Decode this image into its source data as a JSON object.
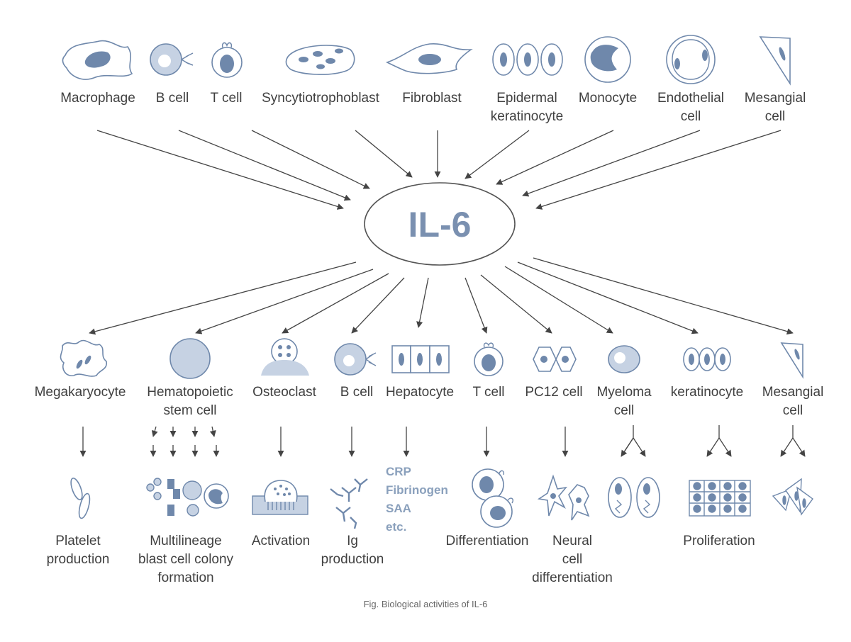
{
  "colors": {
    "cell_fill": "#6f88ab",
    "cell_light": "#c6d2e3",
    "outline": "#6f88ab",
    "arrow": "#444444",
    "accent_text": "#8aa0bc"
  },
  "hub": {
    "label": "IL-6"
  },
  "sources": [
    {
      "id": "macrophage",
      "lines": [
        "Macrophage"
      ],
      "icon": "macrophage-icon"
    },
    {
      "id": "b-cell",
      "lines": [
        "B cell"
      ],
      "icon": "b-cell-icon"
    },
    {
      "id": "t-cell",
      "lines": [
        "T cell"
      ],
      "icon": "t-cell-icon"
    },
    {
      "id": "syncytiotrophoblast",
      "lines": [
        "Syncytiotrophoblast"
      ],
      "icon": "syncytiotrophoblast-icon"
    },
    {
      "id": "fibroblast",
      "lines": [
        "Fibroblast"
      ],
      "icon": "fibroblast-icon"
    },
    {
      "id": "epidermal-keratinocyte",
      "lines": [
        "Epidermal",
        "keratinocyte"
      ],
      "icon": "keratinocyte-icon"
    },
    {
      "id": "monocyte",
      "lines": [
        "Monocyte"
      ],
      "icon": "monocyte-icon"
    },
    {
      "id": "endothelial-cell",
      "lines": [
        "Endothelial",
        "cell"
      ],
      "icon": "endothelial-icon"
    },
    {
      "id": "mesangial-cell",
      "lines": [
        "Mesangial",
        "cell"
      ],
      "icon": "mesangial-icon"
    }
  ],
  "targets": [
    {
      "id": "megakaryocyte",
      "lines": [
        "Megakaryocyte"
      ],
      "icon": "megakaryocyte-icon",
      "effect": [
        "Platelet",
        "production"
      ]
    },
    {
      "id": "hematopoietic-stem-cell",
      "lines": [
        "Hematopoietic",
        "stem cell"
      ],
      "icon": "stem-cell-icon",
      "effect": [
        "Multilineage",
        "blast cell colony",
        "formation"
      ]
    },
    {
      "id": "osteoclast",
      "lines": [
        "Osteoclast"
      ],
      "icon": "osteoclast-icon",
      "effect": [
        "Activation"
      ]
    },
    {
      "id": "b-cell",
      "lines": [
        "B cell"
      ],
      "icon": "b-cell-icon",
      "effect": [
        "Ig",
        "production"
      ]
    },
    {
      "id": "hepatocyte",
      "lines": [
        "Hepatocyte"
      ],
      "icon": "hepatocyte-icon",
      "effect": []
    },
    {
      "id": "t-cell",
      "lines": [
        "T cell"
      ],
      "icon": "t-cell-icon",
      "effect": [
        "Differentiation"
      ]
    },
    {
      "id": "pc12-cell",
      "lines": [
        "PC12 cell"
      ],
      "icon": "pc12-icon",
      "effect": [
        "Neural",
        "cell",
        "differentiation"
      ]
    },
    {
      "id": "myeloma-cell",
      "lines": [
        "Myeloma",
        "cell"
      ],
      "icon": "myeloma-icon",
      "effect": []
    },
    {
      "id": "keratinocyte",
      "lines": [
        "keratinocyte"
      ],
      "icon": "keratinocyte-icon",
      "effect": [
        "Proliferation"
      ]
    },
    {
      "id": "mesangial-cell",
      "lines": [
        "Mesangial",
        "cell"
      ],
      "icon": "mesangial-icon",
      "effect": []
    }
  ],
  "hepatocyte_products": [
    "CRP",
    "Fibrinogen",
    "SAA",
    "etc."
  ],
  "caption": "Fig. Biological activities of IL-6"
}
